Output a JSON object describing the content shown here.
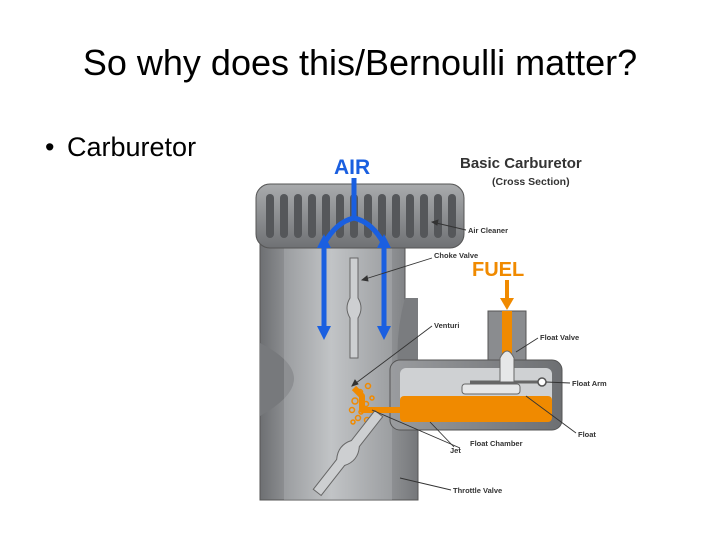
{
  "slide": {
    "title": "So why does this/Bernoulli matter?",
    "bullets": [
      {
        "symbol": "•",
        "text": "Carburetor"
      }
    ]
  },
  "diagram": {
    "heading": "Basic Carburetor",
    "subheading": "(Cross Section)",
    "air_label": "AIR",
    "fuel_label": "FUEL",
    "callouts": {
      "air_cleaner": "Air Cleaner",
      "choke_valve": "Choke Valve",
      "venturi": "Venturi",
      "float_valve": "Float Valve",
      "float_arm": "Float Arm",
      "float": "Float",
      "float_chamber": "Float Chamber",
      "jet": "Jet",
      "throttle_valve": "Throttle Valve"
    },
    "colors": {
      "air": "#1a5fe0",
      "fuel": "#f08a00",
      "body_dark": "#5e6063",
      "body_mid": "#8d8f92",
      "body_light": "#c4c6c8",
      "heading": "#333333"
    }
  }
}
